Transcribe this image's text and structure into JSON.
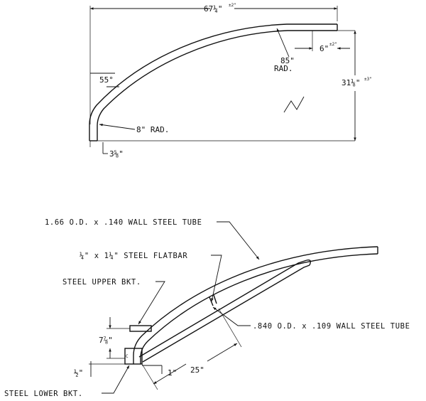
{
  "top_view": {
    "overall_width": "67¼\"",
    "overall_width_note": "±2\"",
    "flat_length": "6\"",
    "flat_length_note": "±2\"",
    "large_radius_value": "85\"",
    "large_radius_unit": "RAD.",
    "angle": "55°",
    "overall_height": "31⅛\"",
    "overall_height_note": "±3\"",
    "small_radius": "8\" RAD.",
    "leg_length": "3⅝\""
  },
  "assembly_view": {
    "tube_label": "1.66 O.D. x .140 WALL STEEL TUBE",
    "flatbar_label": "¼\" x 1¼\" STEEL FLATBAR",
    "upper_bracket_label": "STEEL UPPER BKT.",
    "brace_label": ".840 O.D. x .109 WALL STEEL TUBE",
    "height_dim": "7⅞\"",
    "offset_dim": "½\"",
    "gap_dim": "1\"",
    "brace_dim": "25\"",
    "lower_bracket_label": "STEEL LOWER BKT.",
    "bracket_mark": "C"
  }
}
